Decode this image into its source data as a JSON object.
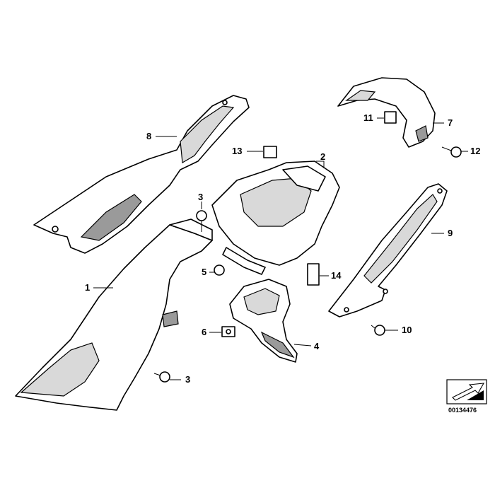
{
  "callouts": {
    "c1": "1",
    "c2": "2",
    "c3a": "3",
    "c3b": "3",
    "c4": "4",
    "c5": "5",
    "c6": "6",
    "c7": "7",
    "c8": "8",
    "c9": "9",
    "c10": "10",
    "c11": "11",
    "c12": "12",
    "c13": "13",
    "c14": "14"
  },
  "diagram_ref": "00134476"
}
